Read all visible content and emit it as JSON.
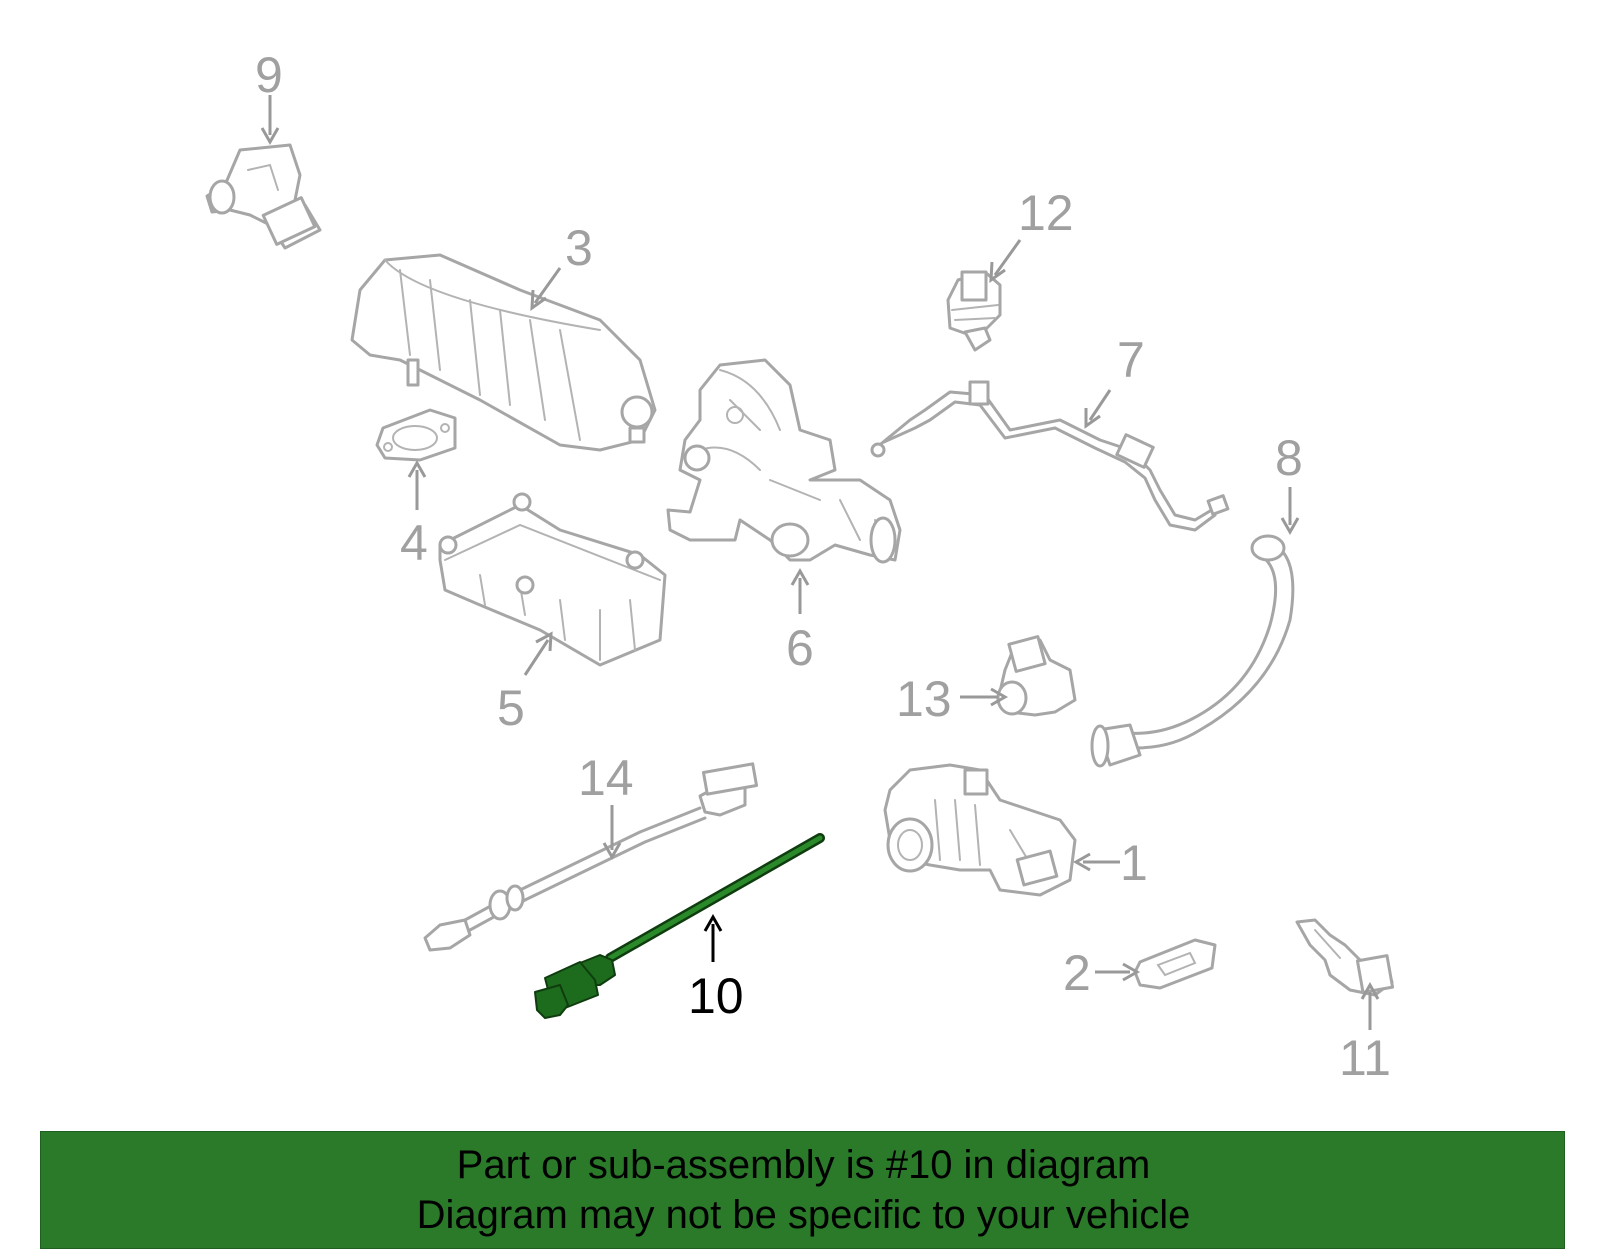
{
  "callouts": [
    {
      "id": "1",
      "label": "1"
    },
    {
      "id": "2",
      "label": "2"
    },
    {
      "id": "3",
      "label": "3"
    },
    {
      "id": "4",
      "label": "4"
    },
    {
      "id": "5",
      "label": "5"
    },
    {
      "id": "6",
      "label": "6"
    },
    {
      "id": "7",
      "label": "7"
    },
    {
      "id": "8",
      "label": "8"
    },
    {
      "id": "9",
      "label": "9"
    },
    {
      "id": "10",
      "label": "10"
    },
    {
      "id": "11",
      "label": "11"
    },
    {
      "id": "12",
      "label": "12"
    },
    {
      "id": "13",
      "label": "13"
    },
    {
      "id": "14",
      "label": "14"
    }
  ],
  "highlighted_part": "10",
  "colors": {
    "highlight": "#2a7a2a",
    "outline": "#a6a6a6",
    "banner": "#2a7a2a"
  },
  "footer": {
    "line1": "Part or sub-assembly is #10 in diagram",
    "line2": "Diagram may not be specific to your vehicle"
  }
}
